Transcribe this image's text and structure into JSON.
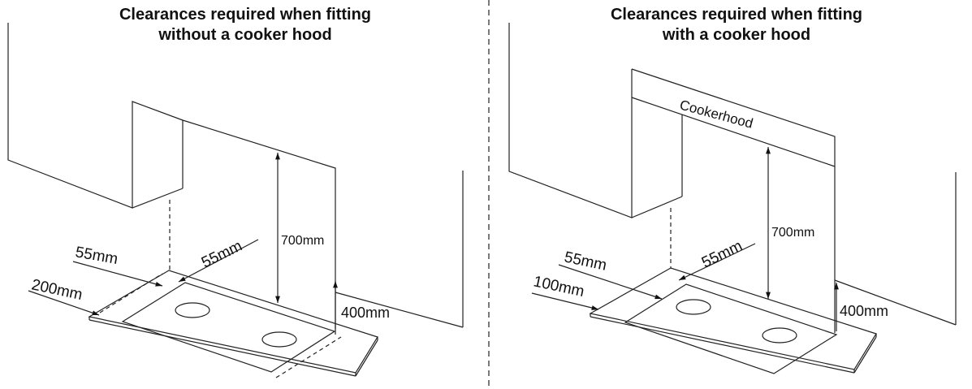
{
  "left_panel": {
    "title_line1": "Clearances required when fitting",
    "title_line2": "without a cooker hood",
    "dim_side_rear": "55mm",
    "dim_rear": "55mm",
    "dim_front": "200mm",
    "dim_above": "700mm",
    "dim_wall": "400mm"
  },
  "right_panel": {
    "title_line1": "Clearances required when fitting",
    "title_line2": "with a cooker hood",
    "hood_label": "Cookerhood",
    "dim_side_rear": "55mm",
    "dim_rear": "55mm",
    "dim_front": "100mm",
    "dim_above": "700mm",
    "dim_wall": "400mm"
  }
}
